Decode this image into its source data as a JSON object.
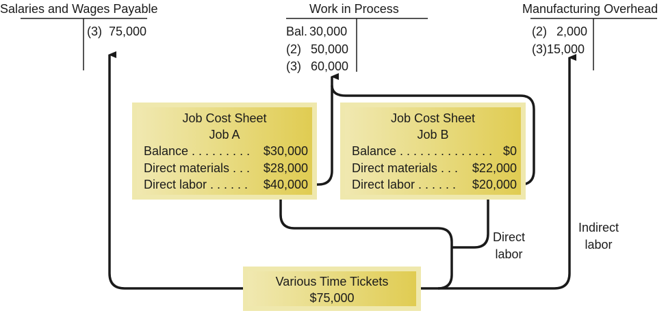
{
  "accounts": {
    "salaries": {
      "title": "Salaries and Wages Payable",
      "credit": [
        {
          "ref": "(3)",
          "amount": "75,000"
        }
      ]
    },
    "wip": {
      "title": "Work in Process",
      "debit": [
        {
          "ref": "Bal.",
          "amount": "30,000"
        },
        {
          "ref": "(2)",
          "amount": "50,000"
        },
        {
          "ref": "(3)",
          "amount": "60,000"
        }
      ]
    },
    "moh": {
      "title": "Manufacturing Overhead",
      "debit": [
        {
          "ref": "(2)",
          "amount": "2,000"
        },
        {
          "ref": "(3)",
          "amount": "15,000"
        }
      ]
    }
  },
  "job_a": {
    "title": "Job Cost Sheet",
    "job": "Job A",
    "rows": [
      {
        "label": "Balance . . . . . . . . .",
        "value": "$30,000"
      },
      {
        "label": "Direct materials . . .",
        "value": "$28,000"
      },
      {
        "label": "Direct labor  . . . . . .",
        "value": "$40,000"
      }
    ]
  },
  "job_b": {
    "title": "Job Cost Sheet",
    "job": "Job B",
    "rows": [
      {
        "label": "Balance . . . . . . . . . . . . . .",
        "value": "$0"
      },
      {
        "label": "Direct materials . . .",
        "value": "$22,000"
      },
      {
        "label": "Direct labor  . . . . . .",
        "value": "$20,000"
      }
    ]
  },
  "tickets": {
    "title": "Various Time Tickets",
    "amount": "$75,000"
  },
  "labels": {
    "direct_1": "Direct",
    "direct_2": "labor",
    "indirect_1": "Indirect",
    "indirect_2": "labor"
  },
  "colors": {
    "box_border": "#efe8ad",
    "box_light": "#f0e8b0",
    "box_dark": "#e0cc52",
    "line": "#1a1a1a"
  }
}
